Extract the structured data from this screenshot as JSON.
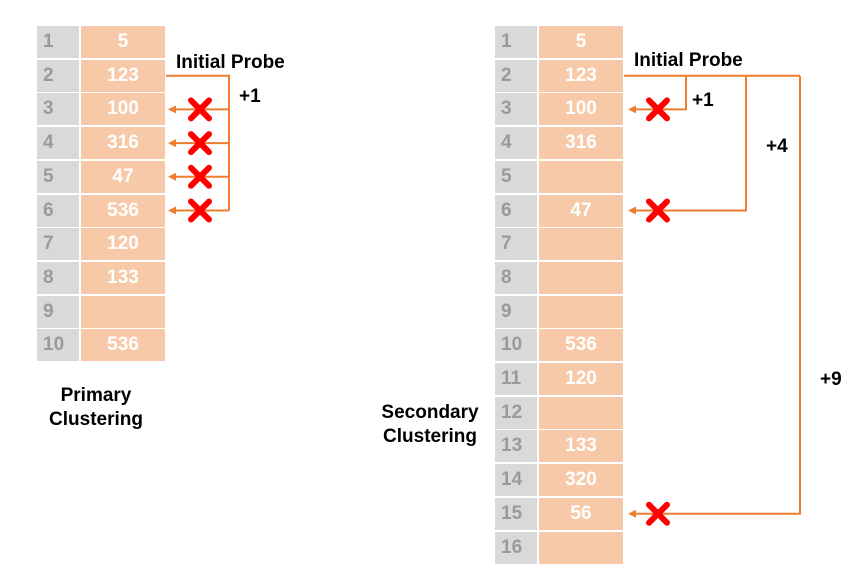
{
  "primary": {
    "title_line1": "Primary",
    "title_line2": "Clustering",
    "initial_probe": "Initial Probe",
    "step_label": "+1",
    "rows": [
      {
        "index": "1",
        "value": "5"
      },
      {
        "index": "2",
        "value": "123"
      },
      {
        "index": "3",
        "value": "100"
      },
      {
        "index": "4",
        "value": "316"
      },
      {
        "index": "5",
        "value": "47"
      },
      {
        "index": "6",
        "value": "536"
      },
      {
        "index": "7",
        "value": "120"
      },
      {
        "index": "8",
        "value": "133"
      },
      {
        "index": "9",
        "value": ""
      },
      {
        "index": "10",
        "value": "536"
      }
    ],
    "collision_rows": [
      3,
      4,
      5,
      6
    ]
  },
  "secondary": {
    "title_line1": "Secondary",
    "title_line2": "Clustering",
    "initial_probe": "Initial Probe",
    "step_labels": [
      "+1",
      "+4",
      "+9"
    ],
    "rows": [
      {
        "index": "1",
        "value": "5"
      },
      {
        "index": "2",
        "value": "123"
      },
      {
        "index": "3",
        "value": "100"
      },
      {
        "index": "4",
        "value": "316"
      },
      {
        "index": "5",
        "value": ""
      },
      {
        "index": "6",
        "value": "47"
      },
      {
        "index": "7",
        "value": ""
      },
      {
        "index": "8",
        "value": ""
      },
      {
        "index": "9",
        "value": ""
      },
      {
        "index": "10",
        "value": "536"
      },
      {
        "index": "11",
        "value": "120"
      },
      {
        "index": "12",
        "value": ""
      },
      {
        "index": "13",
        "value": "133"
      },
      {
        "index": "14",
        "value": "320"
      },
      {
        "index": "15",
        "value": "56"
      },
      {
        "index": "16",
        "value": ""
      }
    ],
    "collision_rows": [
      3,
      6,
      15
    ]
  },
  "colors": {
    "index_cell": "#d9d9d9",
    "value_cell": "#f7c9a8",
    "arrow": "#ed7d31",
    "collision_mark": "#ff0000"
  }
}
